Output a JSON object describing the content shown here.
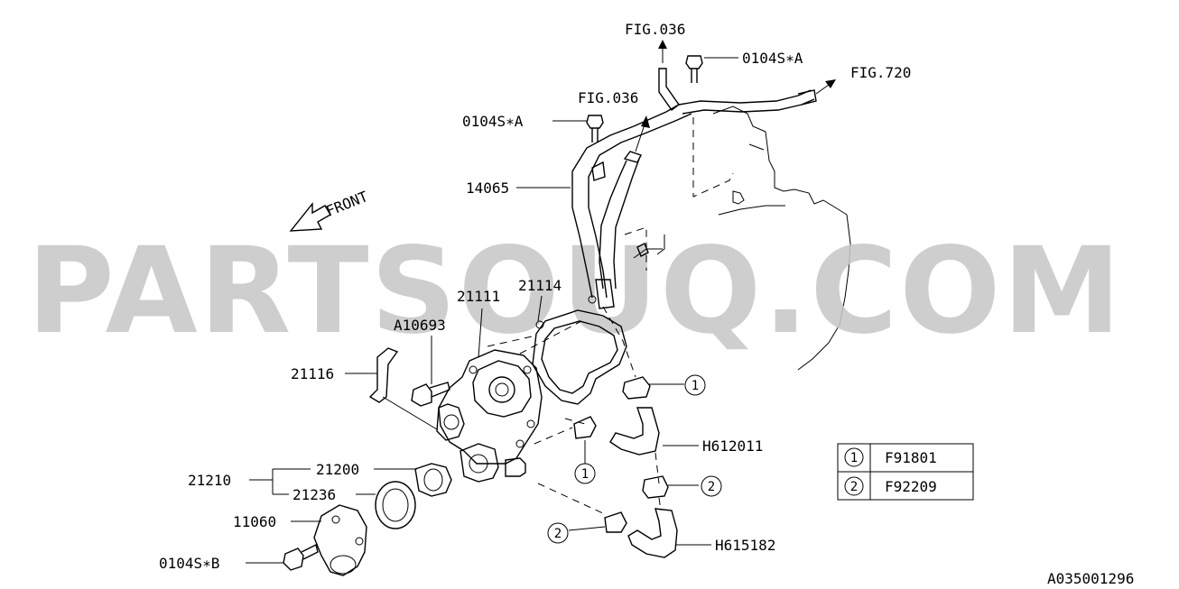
{
  "diagram": {
    "watermark": "PARTSOUQ.COM",
    "front_label": "FRONT",
    "figure_code": "A035001296",
    "labels": {
      "fig036_top": "FIG.036",
      "fig036_mid": "FIG.036",
      "fig720": "FIG.720",
      "bolt_0104SA_top": "0104S∗A",
      "bolt_0104SA_left": "0104S∗A",
      "bolt_0104SB": "0104S∗B",
      "pipe_14065": "14065",
      "gasket_21114": "21114",
      "pump_21111": "21111",
      "bolt_A10693": "A10693",
      "hose_21116": "21116",
      "thermostat_21200": "21200",
      "thermostat_asm_21210": "21210",
      "gasket_21236": "21236",
      "cover_11060": "11060",
      "hose_H612011": "H612011",
      "hose_H615182": "H615182"
    },
    "callouts": {
      "c1_right": "1",
      "c1_left": "1",
      "c2_right": "2",
      "c2_left": "2"
    },
    "legend": [
      {
        "num": "1",
        "code": "F91801"
      },
      {
        "num": "2",
        "code": "F92209"
      }
    ]
  }
}
